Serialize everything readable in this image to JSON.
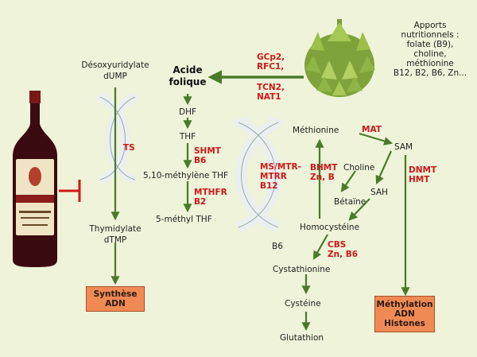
{
  "nodes": {
    "desoxy": "Désoxyuridylate",
    "dump": "dUMP",
    "thymidylate": "Thymidylate",
    "dtmp": "dTMP",
    "acide": "Acide",
    "folique": "folique",
    "dhf": "DHF",
    "thf": "THF",
    "methylene_thf": "5,10-méthylène THF",
    "methyl_thf": "5-méthyl THF",
    "methionine": "Méthionine",
    "sam": "SAM",
    "sah": "SAH",
    "choline": "Choline",
    "betaine": "Bétaïne",
    "homocysteine": "Homocystéine",
    "b6": "B6",
    "cystathionine": "Cystathionine",
    "cysteine": "Cystéine",
    "glutathion": "Glutathion"
  },
  "apports": [
    "Apports",
    "nutritionnels :",
    "folate (B9),",
    "choline,",
    "méthionine",
    "B12, B2, B6, Zn..."
  ],
  "enzymes": {
    "ts": "TS",
    "gcp2": [
      "GCp2,",
      "RFC1,"
    ],
    "tcn2": [
      "TCN2,",
      "NAT1"
    ],
    "shmt": [
      "SHMT",
      "B6"
    ],
    "mthfr": [
      "MTHFR",
      "B2"
    ],
    "ms": [
      "MS/MTR-",
      "MTRR",
      "B12"
    ],
    "bhmt": [
      "BHMT",
      "Zn, B"
    ],
    "mat": "MAT",
    "dnmt": [
      "DNMT",
      "HMT"
    ],
    "cbs": [
      "CBS",
      "Zn, B6"
    ]
  },
  "boxes": {
    "synthese": [
      "Synthèse",
      "ADN"
    ],
    "methylation": [
      "Méthylation",
      "ADN",
      "Histones"
    ]
  },
  "icons": [
    "wine-bottle-icon",
    "artichoke-icon",
    "cycle-arrows-icon",
    "inhibition-bar-icon"
  ],
  "colors": {
    "background": "#eef3d9",
    "arrow": "#4a7a2a",
    "enzyme": "#d01818",
    "box_fill": "#f08a55",
    "cycle_arrow": "#e8ecec"
  }
}
